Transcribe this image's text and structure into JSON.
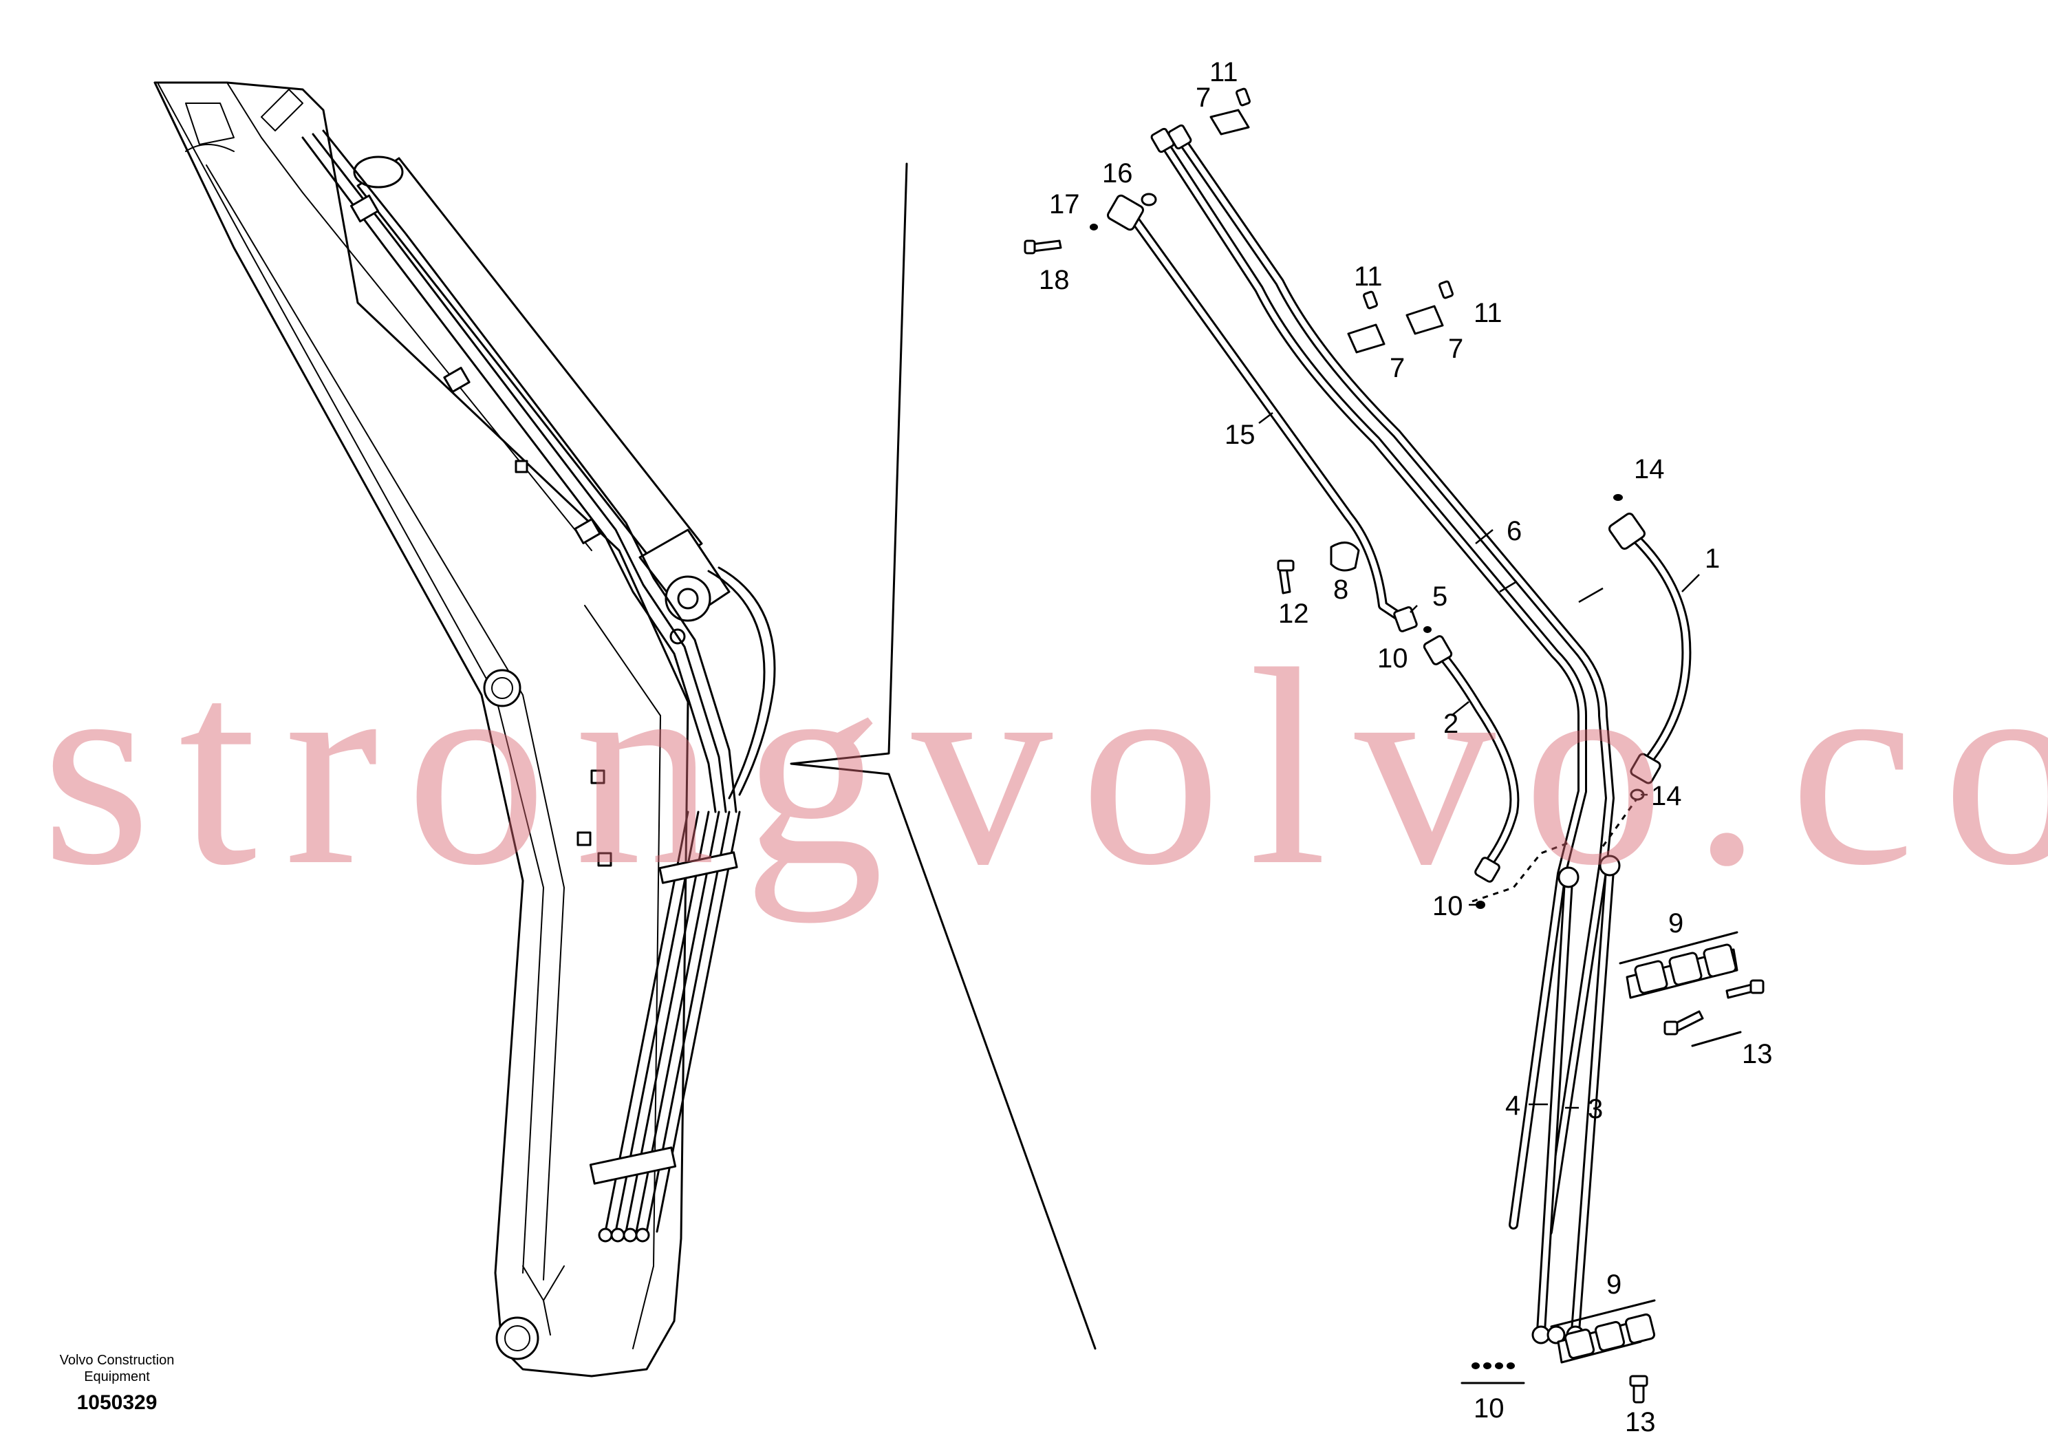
{
  "footer": {
    "company_line1": "Volvo Construction",
    "company_line2": "Equipment",
    "drawing_number": "1050329"
  },
  "watermark": {
    "text": "strongvolvo.com"
  },
  "callouts": [
    {
      "id": "c11a",
      "label": "11"
    },
    {
      "id": "c7a",
      "label": "7"
    },
    {
      "id": "c16",
      "label": "16"
    },
    {
      "id": "c17",
      "label": "17"
    },
    {
      "id": "c18",
      "label": "18"
    },
    {
      "id": "c11b",
      "label": "11"
    },
    {
      "id": "c11c",
      "label": "11"
    },
    {
      "id": "c7b",
      "label": "7"
    },
    {
      "id": "c7c",
      "label": "7"
    },
    {
      "id": "c15",
      "label": "15"
    },
    {
      "id": "c14a",
      "label": "14"
    },
    {
      "id": "c6",
      "label": "6"
    },
    {
      "id": "c5",
      "label": "5"
    },
    {
      "id": "c1",
      "label": "1"
    },
    {
      "id": "c8",
      "label": "8"
    },
    {
      "id": "c12",
      "label": "12"
    },
    {
      "id": "c10a",
      "label": "10"
    },
    {
      "id": "c2",
      "label": "2"
    },
    {
      "id": "c14b",
      "label": "14"
    },
    {
      "id": "c10b",
      "label": "10"
    },
    {
      "id": "c9a",
      "label": "9"
    },
    {
      "id": "c13a",
      "label": "13"
    },
    {
      "id": "c4",
      "label": "4"
    },
    {
      "id": "c3",
      "label": "3"
    },
    {
      "id": "c9b",
      "label": "9"
    },
    {
      "id": "c10c",
      "label": "10"
    },
    {
      "id": "c13b",
      "label": "13"
    }
  ]
}
